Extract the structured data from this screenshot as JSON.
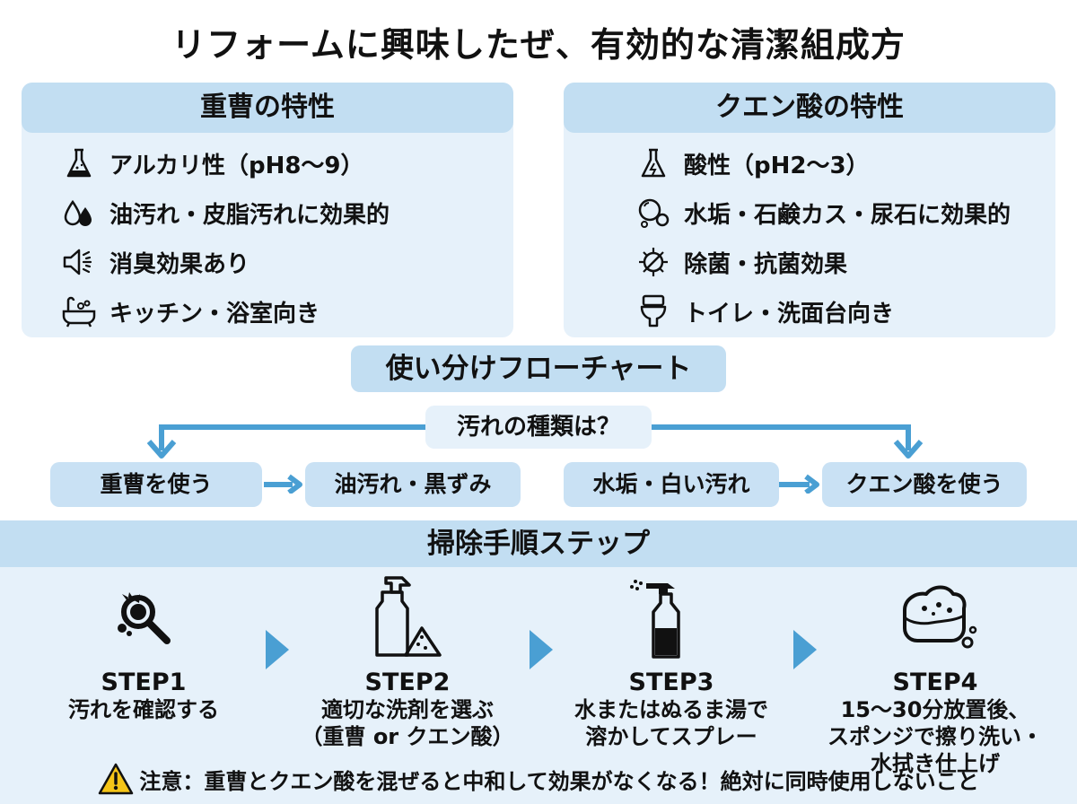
{
  "title": "リフォームに興味したぜ、有効的な清潔組成方",
  "colors": {
    "accent": "#4a9fd3",
    "panel_bg": "#e6f1fa",
    "header_bg": "#c2def2",
    "warning": "#f5c518"
  },
  "baking_soda": {
    "heading": "重曹の特性",
    "features": [
      {
        "icon": "flask-icon",
        "text": "アルカリ性（pH8〜9）"
      },
      {
        "icon": "droplets-icon",
        "text": "油汚れ・皮脂汚れに効果的"
      },
      {
        "icon": "deodorize-icon",
        "text": "消臭効果あり"
      },
      {
        "icon": "bathtub-icon",
        "text": "キッチン・浴室向き"
      }
    ]
  },
  "citric_acid": {
    "heading": "クエン酸の特性",
    "features": [
      {
        "icon": "acid-flask-icon",
        "text": "酸性（pH2〜3）"
      },
      {
        "icon": "bubbles-icon",
        "text": "水垢・石鹸カス・尿石に効果的"
      },
      {
        "icon": "antibacterial-icon",
        "text": "除菌・抗菌効果"
      },
      {
        "icon": "toilet-icon",
        "text": "トイレ・洗面台向き"
      }
    ]
  },
  "flowchart": {
    "heading": "使い分けフローチャート",
    "question": "汚れの種類は？",
    "left_result": "重曹を使う",
    "left_condition": "油汚れ・黒ずみ",
    "right_condition": "水垢・白い汚れ",
    "right_result": "クエン酸を使う"
  },
  "steps": {
    "heading": "掃除手順ステップ",
    "items": [
      {
        "icon": "magnifier-icon",
        "label": "STEP1",
        "desc": "汚れを確認する"
      },
      {
        "icon": "spray-powder-icon",
        "label": "STEP2",
        "desc": "適切な洗剤を選ぶ\n（重曹 or クエン酸）"
      },
      {
        "icon": "spray-bottle-icon",
        "label": "STEP3",
        "desc": "水またはぬるま湯で\n溶かしてスプレー"
      },
      {
        "icon": "sponge-icon",
        "label": "STEP4",
        "desc": "15〜30分放置後、\nスポンジで擦り洗い・\n水拭き仕上げ"
      }
    ]
  },
  "notice": "注意：重曹とクエン酸を混ぜると中和して効果がなくなる！絶対に同時使用しないこと"
}
